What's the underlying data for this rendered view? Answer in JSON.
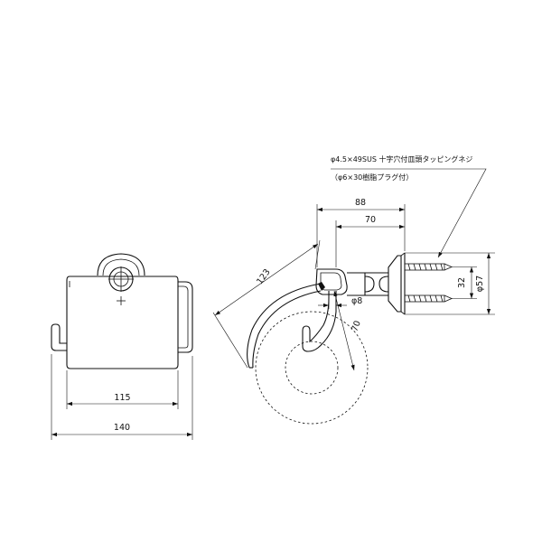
{
  "front_view": {
    "dim_cover_width": "115",
    "dim_overall_width": "140"
  },
  "side_view": {
    "screw_note_line1": "φ4.5×49SUS 十字穴付皿頭タッピングネジ",
    "screw_note_line2": "（φ6×30樹脂プラグ付）",
    "dim_depth_overall": "88",
    "dim_depth_inner": "70",
    "dim_cover_length": "123",
    "dim_shaft_diameter": "φ8",
    "dim_roll_offset": "70",
    "dim_screw_pitch": "32",
    "dim_plate_diameter": "φ57"
  }
}
